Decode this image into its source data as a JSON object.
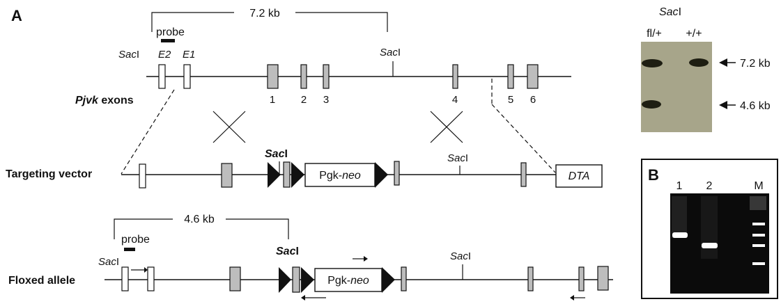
{
  "panels": {
    "a": "A",
    "b": "B"
  },
  "labels": {
    "sac_prefix": "Sac",
    "sac_suffix": "I",
    "probe": "probe",
    "kb_wt": "7.2 kb",
    "kb_flox": "4.6 kb",
    "gene_name": "Pjvk",
    "exons_word": " exons",
    "e2": "E2",
    "e1": "E1",
    "exon_numbers": [
      "1",
      "2",
      "3",
      "4",
      "5",
      "6"
    ],
    "row_targeting": "Targeting vector",
    "row_floxed": "Floxed allele",
    "pgk": "Pgk-",
    "neo": "neo",
    "dta": "DTA"
  },
  "southern": {
    "enzyme_prefix": "Sac",
    "enzyme_suffix": "I",
    "lanes": [
      "fl/+",
      "+/+"
    ],
    "band_labels": [
      "7.2 kb",
      "4.6 kb"
    ],
    "colors": {
      "blot": "#a7a58a",
      "band": "#1e1e12"
    }
  },
  "pcr_gel": {
    "lanes": [
      "1",
      "2",
      "M"
    ],
    "colors": {
      "gel": "#0b0b0b",
      "band": "#ffffff"
    }
  }
}
